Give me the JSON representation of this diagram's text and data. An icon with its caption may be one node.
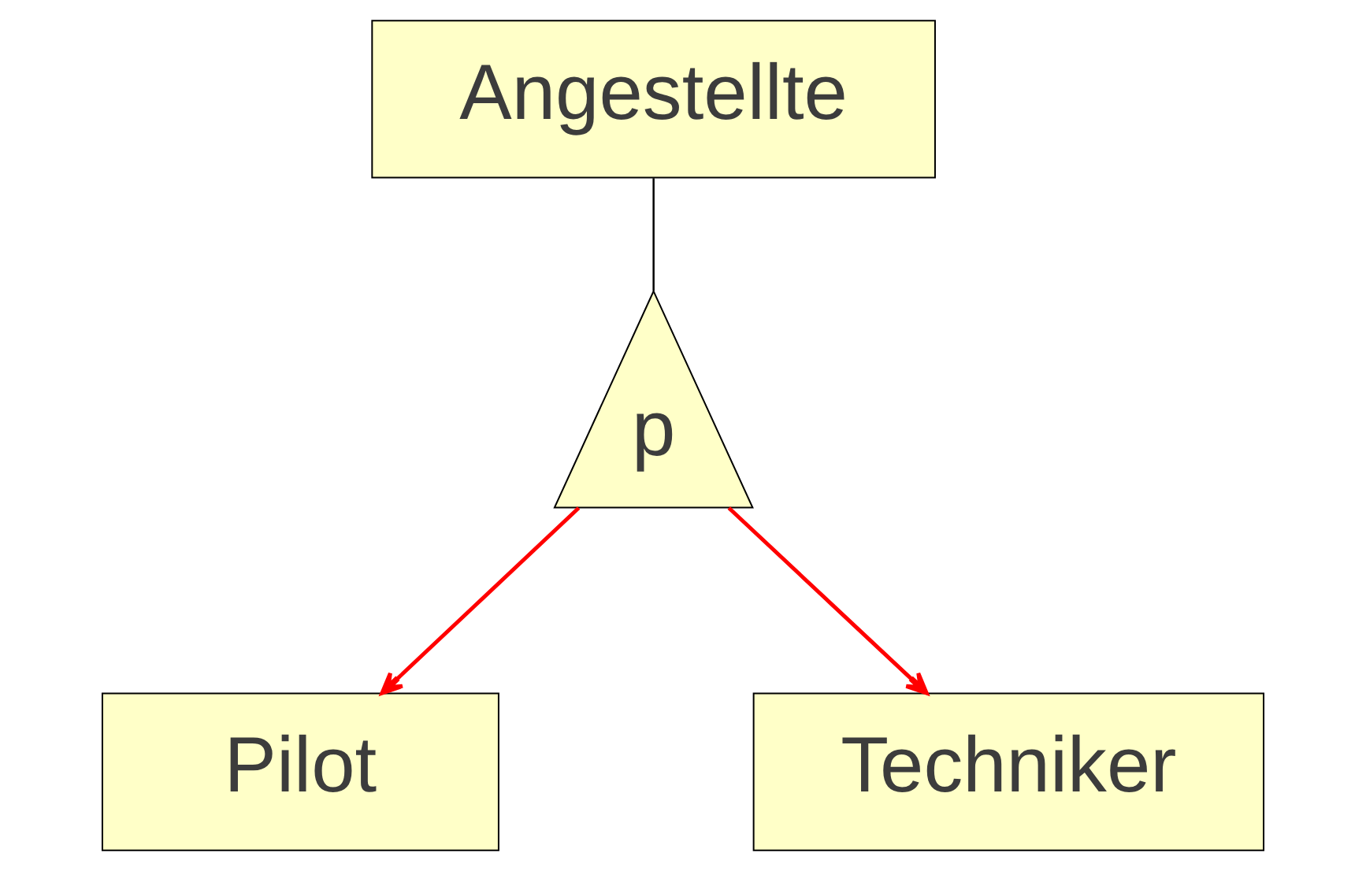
{
  "diagram": {
    "nodes": [
      {
        "text": [
          "Angestellte"
        ]
      },
      {
        "text": [
          "p"
        ]
      },
      {
        "text": [
          "Pilot"
        ]
      },
      {
        "text": [
          "Techniker"
        ]
      }
    ],
    "edges": [
      {
        "from": 0,
        "to": 1,
        "arrow": "none",
        "color": "#000000"
      },
      {
        "from": 1,
        "to": 2,
        "arrow": "to",
        "color": "#ff0000"
      },
      {
        "from": 1,
        "to": 3,
        "arrow": "to",
        "color": "#ff0000"
      }
    ]
  }
}
